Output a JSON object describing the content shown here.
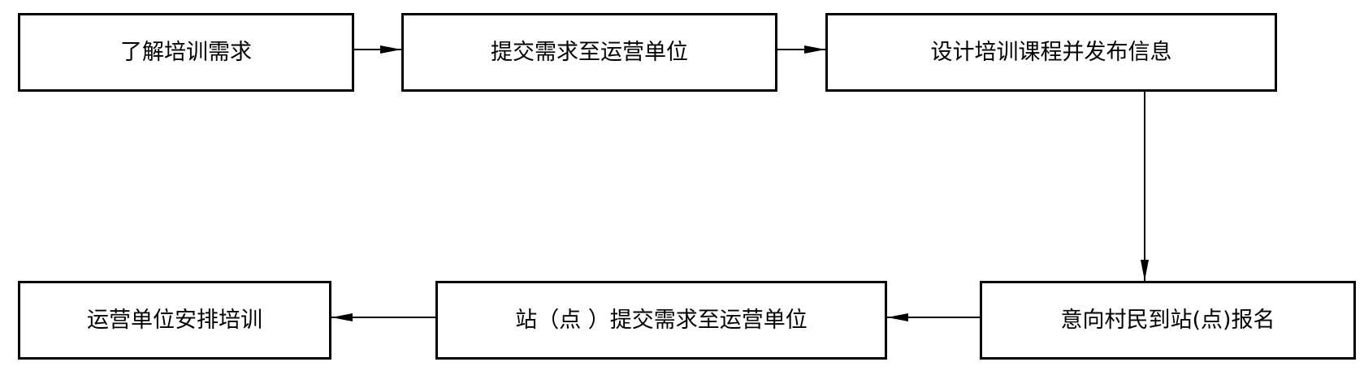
{
  "diagram": {
    "line_color": "#000000",
    "steps": [
      {
        "label": "了解培训需求"
      },
      {
        "label": "提交需求至运营单位"
      },
      {
        "label": "设计培训课程并发布信息"
      },
      {
        "label": "意向村民到站(点)报名"
      },
      {
        "label": "站（点 ）提交需求至运营单位"
      },
      {
        "label": "运营单位安排培训"
      }
    ]
  }
}
